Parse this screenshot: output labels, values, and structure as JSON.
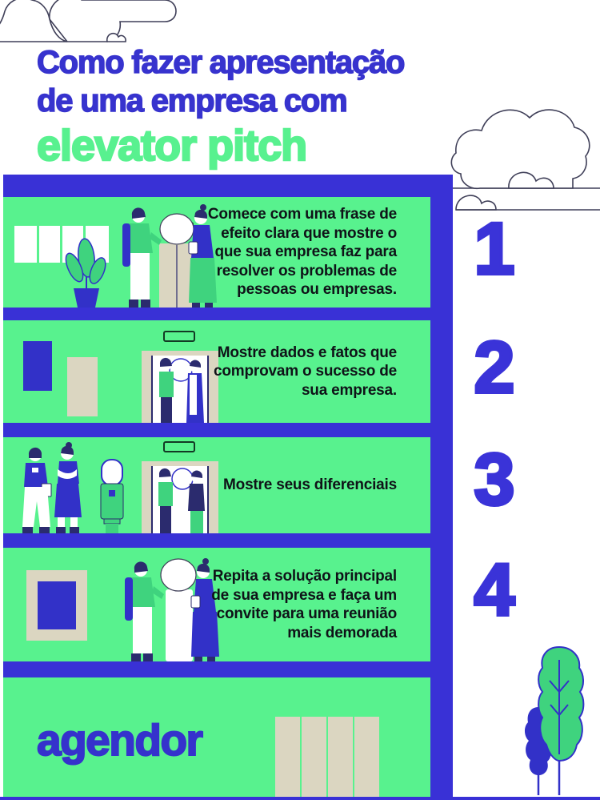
{
  "title": {
    "line1": "Como fazer apresentação",
    "line2": "de uma empresa com",
    "highlight": "elevator pitch"
  },
  "steps": [
    {
      "number": "1",
      "lines": [
        "Comece com uma frase de",
        "efeito clara que mostre o",
        "que sua empresa faz para",
        "resolver os problemas de",
        "pessoas ou empresas."
      ]
    },
    {
      "number": "2",
      "lines": [
        "Mostre dados e fatos que",
        "comprovam o sucesso de",
        "sua empresa."
      ]
    },
    {
      "number": "3",
      "lines": [
        "Mostre seus diferenciais"
      ]
    },
    {
      "number": "4",
      "lines": [
        "Repita a solução principal",
        "de sua empresa e faça um",
        "convite para uma reunião",
        "mais demorada"
      ]
    }
  ],
  "brand": {
    "logo": "agendor"
  },
  "colors": {
    "building_green": "#58F28E",
    "bar_blue": "#3931D6",
    "title_blue": "#3733CE",
    "highlight_green": "#58F18F",
    "number_blue": "#3A33D8",
    "beige": "#DBD6C1",
    "text_ink": "#0F1318",
    "figure_green": "#3FD37E",
    "figure_blue": "#3231C8",
    "navy": "#2B2B6E",
    "cloud_outline": "#3F3F58"
  }
}
